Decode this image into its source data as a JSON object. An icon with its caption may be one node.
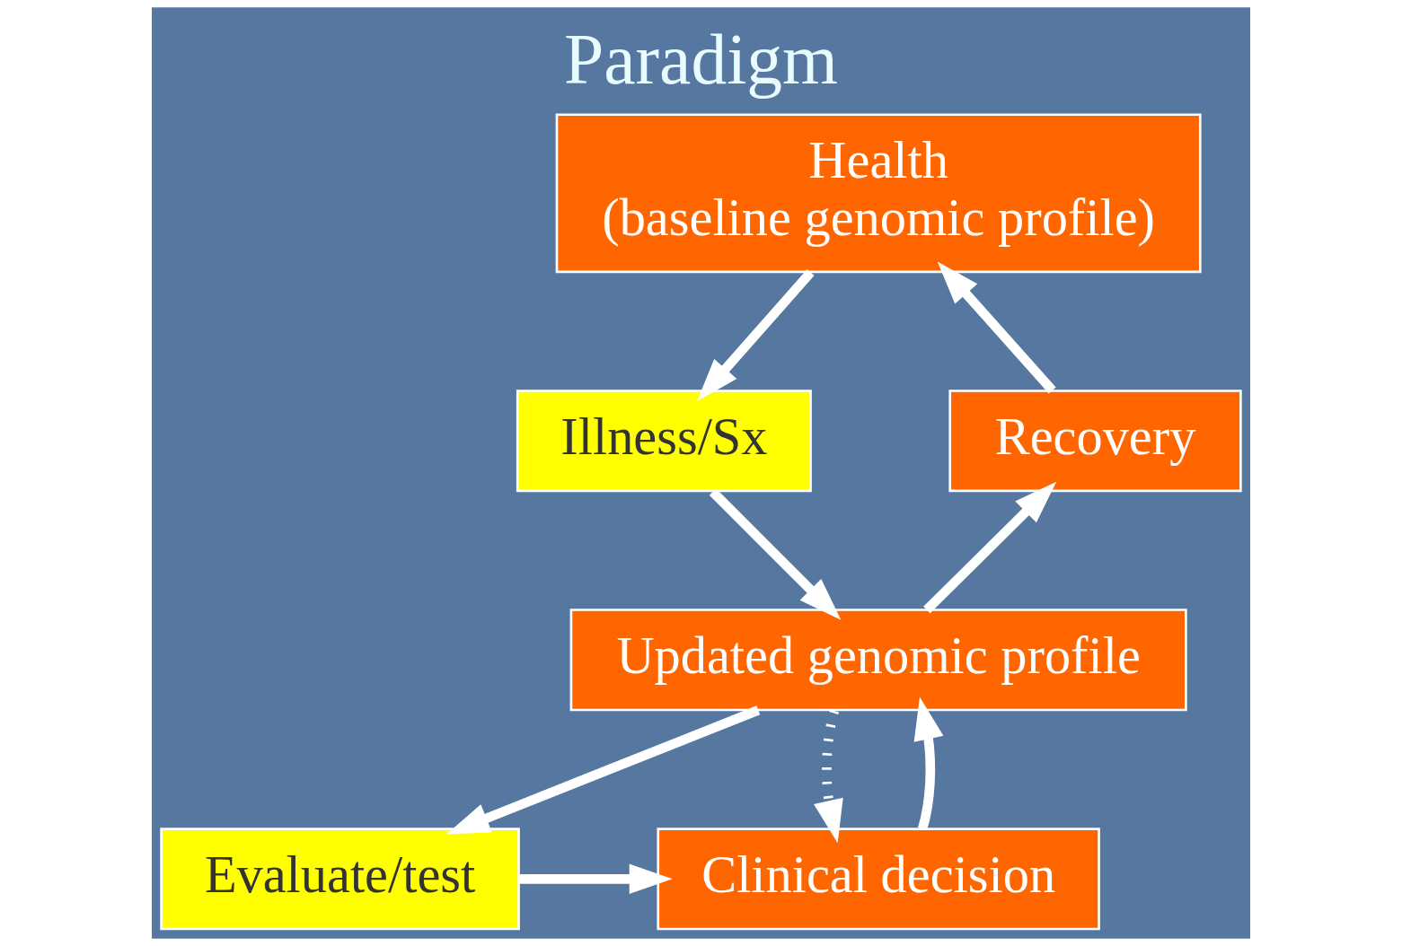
{
  "diagram": {
    "title": "Paradigm",
    "nodes": [
      {
        "text": [
          "Health",
          "(baseline genomic profile)"
        ]
      },
      {
        "text": [
          "Illness/Sx"
        ]
      },
      {
        "text": [
          "Updated genomic profile"
        ]
      },
      {
        "text": [
          "Recovery"
        ]
      },
      {
        "text": [
          "Clinical decision"
        ]
      },
      {
        "text": [
          "Evaluate/test"
        ]
      }
    ],
    "edges": [
      {
        "from": 0,
        "to": 1,
        "arrow": "to"
      },
      {
        "from": 1,
        "to": 2,
        "arrow": "to"
      },
      {
        "from": 2,
        "to": 3,
        "arrow": "to"
      },
      {
        "from": 3,
        "to": 0,
        "arrow": "to"
      },
      {
        "from": 2,
        "to": 5,
        "arrow": "to"
      },
      {
        "from": 5,
        "to": 4,
        "arrow": "to"
      },
      {
        "from": 4,
        "to": 2,
        "arrow": "to"
      },
      {
        "from": 2,
        "to": 4,
        "arrow": "to",
        "style": "dashed"
      }
    ]
  }
}
